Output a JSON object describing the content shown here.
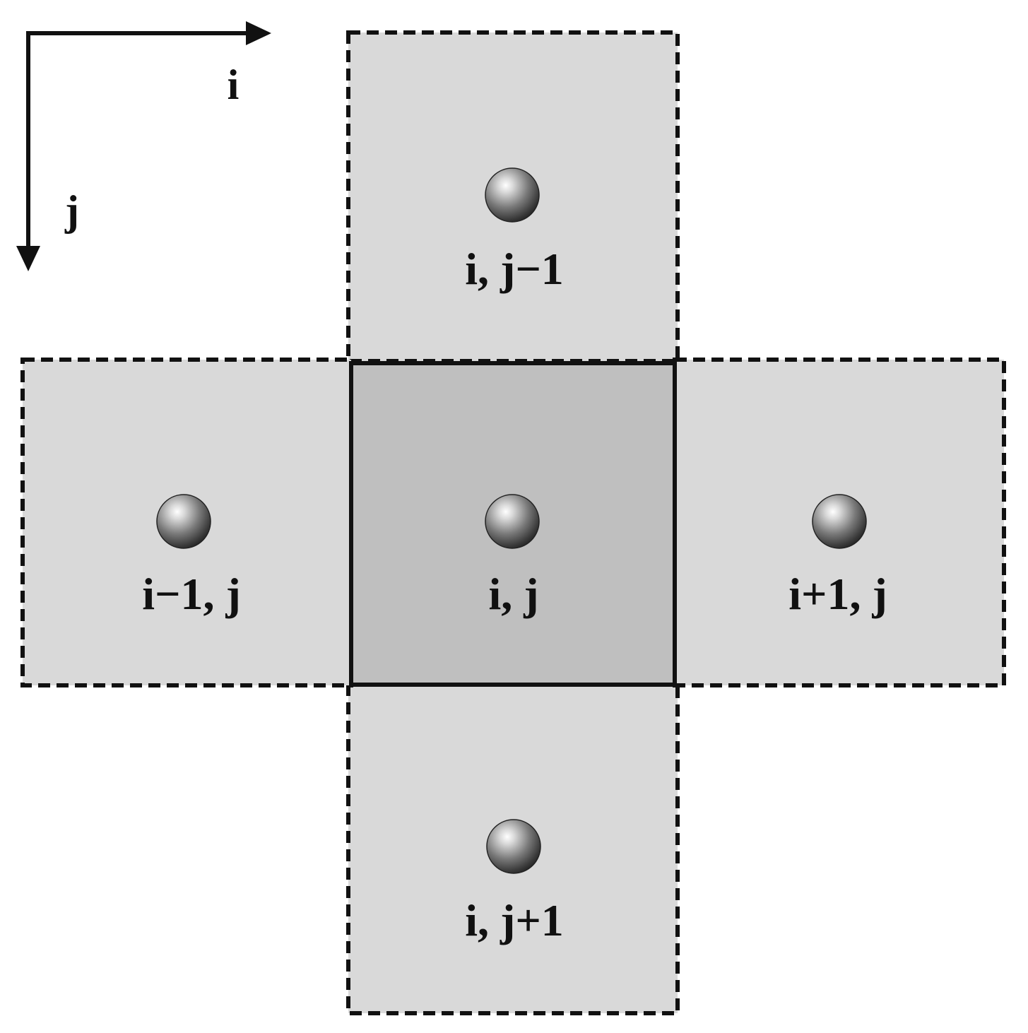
{
  "axes": {
    "horizontal_label": "i",
    "vertical_label": "j"
  },
  "cells": {
    "top": {
      "label": "i, j−1"
    },
    "left": {
      "label": "i−1, j"
    },
    "center": {
      "label": "i, j"
    },
    "right": {
      "label": "i+1, j"
    },
    "bottom": {
      "label": "i, j+1"
    }
  },
  "colors": {
    "neighbor_fill": "#d9d9d9",
    "center_fill": "#bfbfbf",
    "border": "#111111"
  }
}
